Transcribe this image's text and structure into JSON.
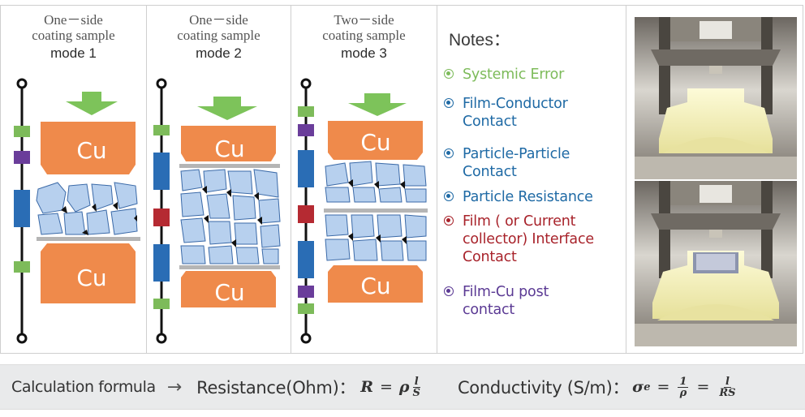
{
  "modes": [
    {
      "title_line1": "One－side",
      "title_line2": "coating sample",
      "title_line3": "mode 1",
      "top_electrode": "Cu",
      "bottom_electrode": "Cu",
      "circuit_elements": [
        "systemic-error",
        "film-cu-post-contact",
        "particle-resistance",
        "systemic-error"
      ]
    },
    {
      "title_line1": "One－side",
      "title_line2": "coating sample",
      "title_line3": "mode 2",
      "top_electrode": "Cu",
      "bottom_electrode": "Cu",
      "circuit_elements": [
        "systemic-error",
        "particle-resistance",
        "film-interface-contact",
        "particle-resistance",
        "systemic-error"
      ]
    },
    {
      "title_line1": "Two－side",
      "title_line2": "coating sample",
      "title_line3": "mode 3",
      "top_electrode": "Cu",
      "bottom_electrode": "Cu",
      "circuit_elements": [
        "systemic-error",
        "film-cu-post-contact",
        "particle-resistance",
        "film-interface-contact",
        "particle-resistance",
        "film-cu-post-contact",
        "systemic-error"
      ]
    }
  ],
  "notes": {
    "title": "Notes：",
    "items": [
      {
        "label": "Systemic Error",
        "color": "#7dbb5a"
      },
      {
        "label": "Film-Conductor Contact",
        "color": "#1f6aa5"
      },
      {
        "label": "Particle-Particle Contact",
        "color": "#1f6aa5"
      },
      {
        "label": "Particle Resistance",
        "color": "#1f6aa5"
      },
      {
        "label": "Film ( or Current collector) Interface Contact",
        "color": "#a8232b"
      },
      {
        "label": "Film-Cu post contact",
        "color": "#5b3a94"
      }
    ]
  },
  "photos": [
    {
      "description": "press apparatus without sample"
    },
    {
      "description": "press apparatus with coated sample"
    }
  ],
  "formula": {
    "label": "Calculation formula",
    "arrow": "→",
    "resistance_label": "Resistance(Ohm)：",
    "resistance_lhs": "R",
    "resistance_rho": "ρ",
    "resistance_num": "l",
    "resistance_den": "S",
    "conductivity_label": "Conductivity (S/m)：",
    "sigma": "σ",
    "sigma_sub": "e",
    "cond_num1": "1",
    "cond_den1": "ρ",
    "cond_num2": "l",
    "cond_den2": "RS",
    "equals": "="
  },
  "colors": {
    "systemic_error": "#7dbb5a",
    "film_cu_post": "#6a3d9a",
    "particle_resistance": "#2a6db5",
    "film_interface": "#b52a32",
    "copper": "#ef8a4b",
    "arrow": "#7dc35a",
    "particle_fill": "#b7d0ee",
    "separator": "#b5b5b5"
  }
}
